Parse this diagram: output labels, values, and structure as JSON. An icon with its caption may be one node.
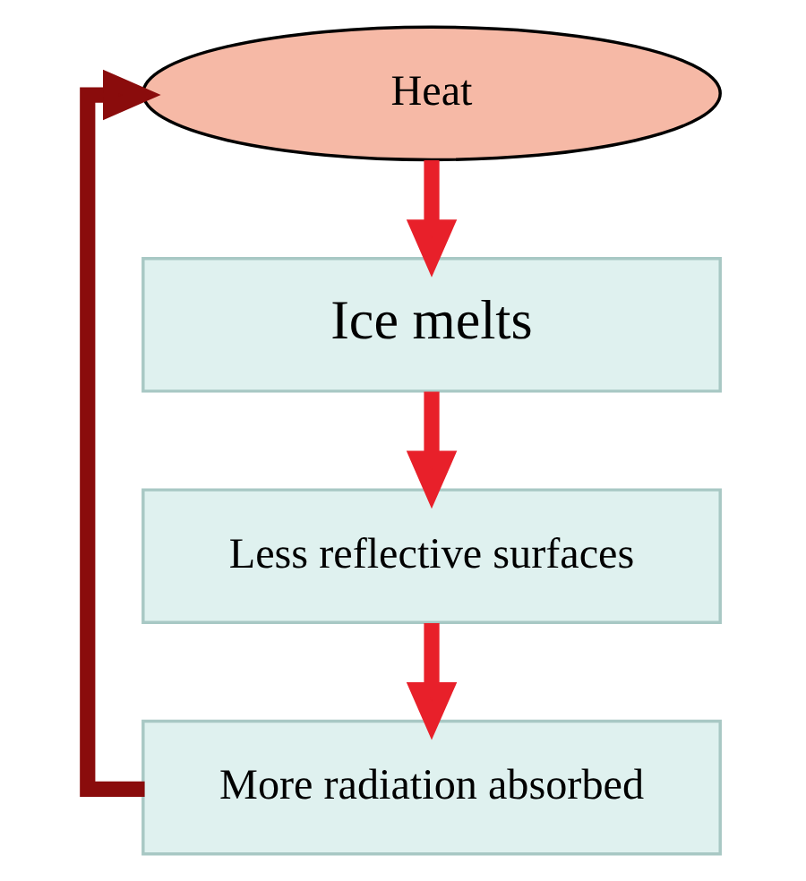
{
  "diagram": {
    "nodes": [
      {
        "text": [
          "Heat"
        ]
      },
      {
        "text": [
          "Ice melts"
        ]
      },
      {
        "text": [
          "Less reflective surfaces"
        ]
      },
      {
        "text": [
          "More radiation absorbed"
        ]
      }
    ],
    "edges": [
      {
        "from": 0,
        "to": 1,
        "arrow": "to"
      },
      {
        "from": 1,
        "to": 2,
        "arrow": "to"
      },
      {
        "from": 2,
        "to": 3,
        "arrow": "to"
      },
      {
        "from": 3,
        "to": 0,
        "arrow": "to",
        "color": "#8a0c0c"
      }
    ]
  }
}
